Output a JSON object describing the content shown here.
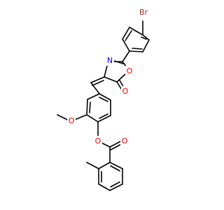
{
  "colors": {
    "carbon_bond": "#000000",
    "bromine": "#A52A2A",
    "nitrogen": "#0000FF",
    "oxygen": "#FF0000",
    "background": "#FFFFFF"
  },
  "atoms": {
    "br": {
      "label": "Br",
      "element": "bromine"
    },
    "n_oxazolone": {
      "label": "N",
      "element": "nitrogen"
    },
    "o_ring": {
      "label": "O",
      "element": "oxygen"
    },
    "o_carbonyl": {
      "label": "O",
      "element": "oxygen"
    },
    "o_methoxy": {
      "label": "O",
      "element": "oxygen"
    },
    "o_ester": {
      "label": "O",
      "element": "oxygen"
    },
    "o_ester_carbonyl": {
      "label": "O",
      "element": "oxygen"
    }
  }
}
